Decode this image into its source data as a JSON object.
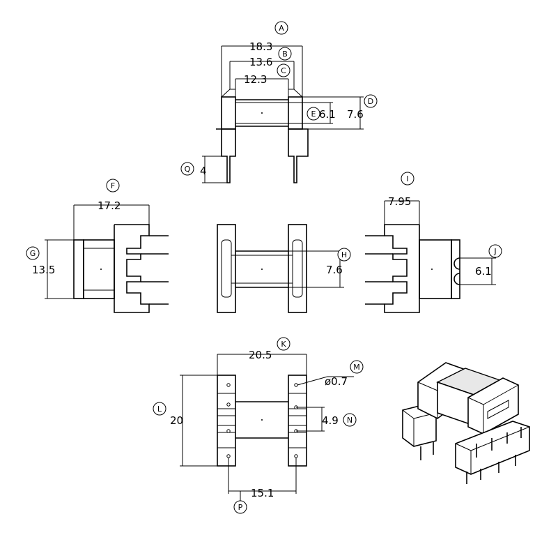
{
  "callouts": {
    "A": "A",
    "B": "B",
    "C": "C",
    "D": "D",
    "E": "E",
    "F": "F",
    "G": "G",
    "H": "H",
    "I": "I",
    "J": "J",
    "K": "K",
    "L": "L",
    "M": "M",
    "N": "N",
    "P": "P",
    "Q": "Q"
  },
  "dimensions": {
    "A": "18.3",
    "B": "13.6",
    "C": "12.3",
    "D": "7.6",
    "E": "6.1",
    "F": "17.2",
    "G": "13.5",
    "H": "7.6",
    "I": "7.95",
    "J": "6.1",
    "K": "20.5",
    "L": "20",
    "M": "ø0.7",
    "N": "4.9",
    "P": "15.1",
    "Q": "4"
  }
}
